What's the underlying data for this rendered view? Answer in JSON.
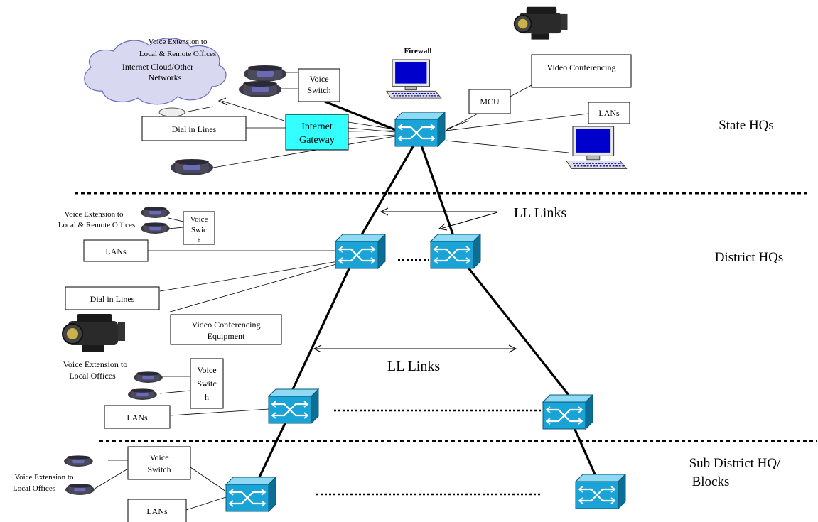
{
  "tiers": {
    "state": "State HQs",
    "district": "District HQs",
    "sub_district_line1": "Sub District HQ/",
    "sub_district_line2": "Blocks"
  },
  "state": {
    "voice_ext_line1": "Voice Extension to",
    "voice_ext_line2": "Local & Remote Offices",
    "cloud_line1": "Internet Cloud/Other",
    "cloud_line2": "Networks",
    "voice_switch_line1": "Voice",
    "voice_switch_line2": "Switch",
    "firewall": "Firewall",
    "video_conferencing": "Video Conferencing",
    "mcu": "MCU",
    "lans": "LANs",
    "dial_in": "Dial in Lines",
    "gateway_line1": "Internet",
    "gateway_line2": "Gateway"
  },
  "district": {
    "ll_links_upper": "LL Links",
    "voice_ext_line1": "Voice Extension to",
    "voice_ext_line2": "Local & Remote Offices",
    "voice_switch_line1": "Voice",
    "voice_switch_line2": "Swic",
    "voice_switch_line3": "h",
    "lans": "LANs",
    "dial_in": "Dial in Lines",
    "video_line1": "Video Conferencing",
    "video_line2": "Equipment",
    "ll_links_lower": "LL Links",
    "lower_voice_ext_line1": "Voice Extension to",
    "lower_voice_ext_line2": "Local  Offices",
    "lower_voice_switch_line1": "Voice",
    "lower_voice_switch_line2": "Switc",
    "lower_voice_switch_line3": "h",
    "lower_lans": "LANs"
  },
  "sub_district": {
    "voice_switch_line1": "Voice",
    "voice_switch_line2": "Switch",
    "voice_ext_line1": "Voice Extension to",
    "voice_ext_line2": "Local  Offices",
    "lans": "LANs"
  },
  "colors": {
    "switch_fill": "#1aa3d6",
    "gateway_fill": "#33ffff",
    "phone_body": "#4a4a5a",
    "phone_keys": "#6a6ab8",
    "cloud_fill": "#d8d8f0",
    "monitor_screen": "#0000cc"
  }
}
